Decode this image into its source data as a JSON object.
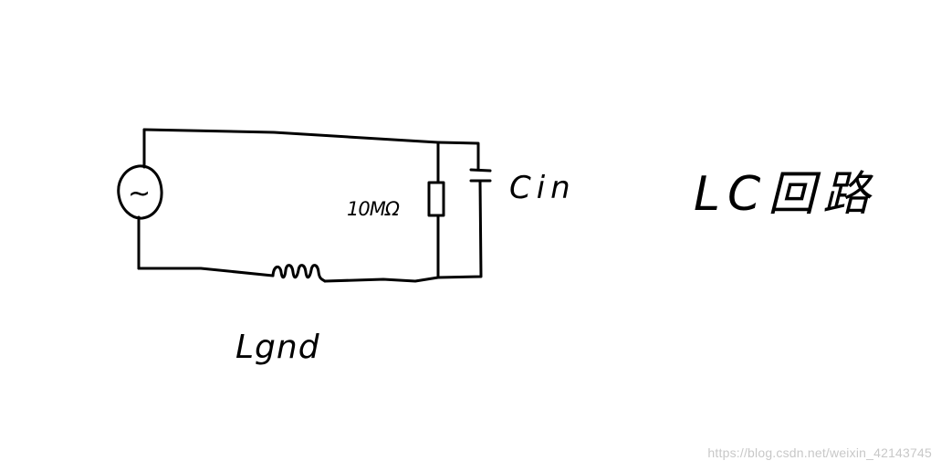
{
  "diagram": {
    "resistor_label": "10MΩ",
    "capacitor_label": "Cin",
    "inductor_label": "Lgnd",
    "title": "LC回路",
    "source_symbol": "~"
  },
  "watermark": "https://blog.csdn.net/weixin_42143745"
}
